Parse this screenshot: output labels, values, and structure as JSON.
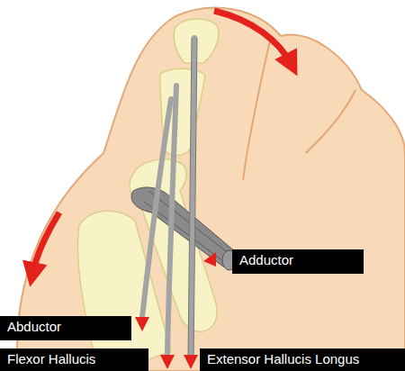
{
  "diagram": {
    "nodes": [
      {
        "text": [
          "Adductor"
        ]
      },
      {
        "text": [
          "Abductor"
        ]
      },
      {
        "text": [
          "Flexor Hallucis"
        ]
      },
      {
        "text": [
          "Extensor Hallucis Longus"
        ]
      }
    ]
  }
}
